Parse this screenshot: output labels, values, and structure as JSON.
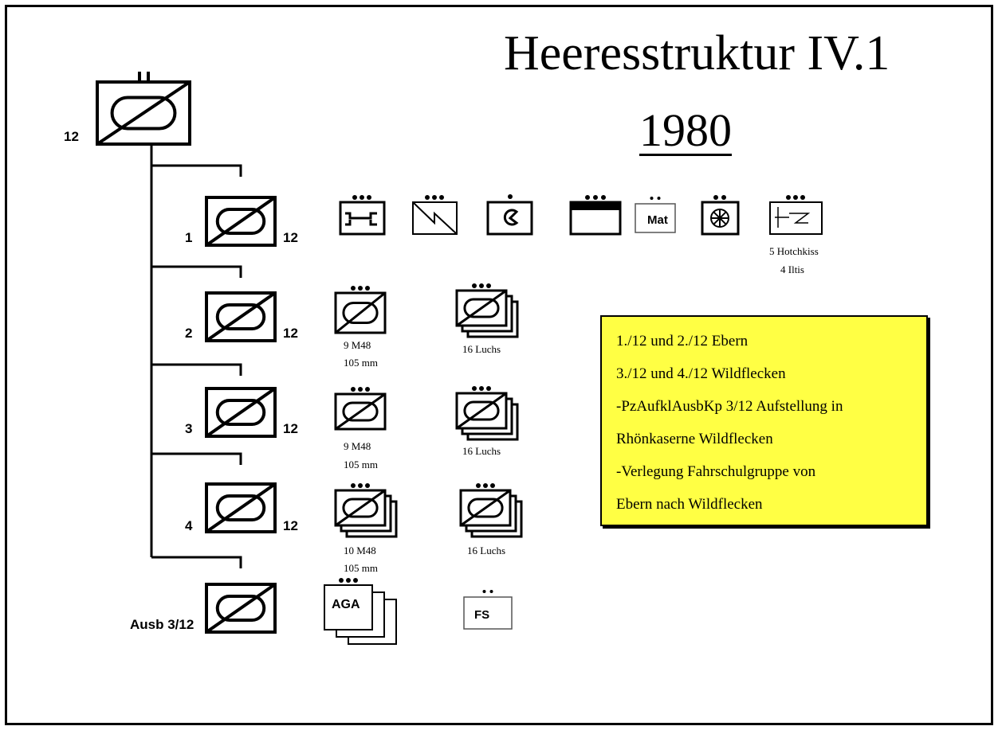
{
  "title": "Heeresstruktur IV.1",
  "year": "1980",
  "brigade_number": "12",
  "rows": [
    {
      "left": "1",
      "right": "12"
    },
    {
      "left": "2",
      "right": "12"
    },
    {
      "left": "3",
      "right": "12"
    },
    {
      "left": "4",
      "right": "12"
    },
    {
      "left": "Ausb 3/12",
      "right": ""
    }
  ],
  "company1": {
    "mat_label": "Mat",
    "hotchkiss": "5 Hotchkiss",
    "iltis": "4 Iltis"
  },
  "company2": {
    "tank_line1": "9 M48",
    "tank_line2": "105 mm",
    "recon": "16 Luchs"
  },
  "company3": {
    "tank_line1": "9 M48",
    "tank_line2": "105 mm",
    "recon": "16 Luchs"
  },
  "company4": {
    "tank_line1": "10 M48",
    "tank_line2": "105 mm",
    "recon": "16 Luchs"
  },
  "training": {
    "aga_label": "AGA",
    "fs_label": "FS"
  },
  "note": {
    "lines": [
      "1./12 und 2./12    Ebern",
      "3./12 und 4./12    Wildflecken",
      "-PzAufklAusbKp 3/12 Aufstellung in",
      " Rhönkaserne Wildflecken",
      "-Verlegung Fahrschulgruppe von",
      " Ebern nach Wildflecken"
    ],
    "background": "#ffff44"
  }
}
